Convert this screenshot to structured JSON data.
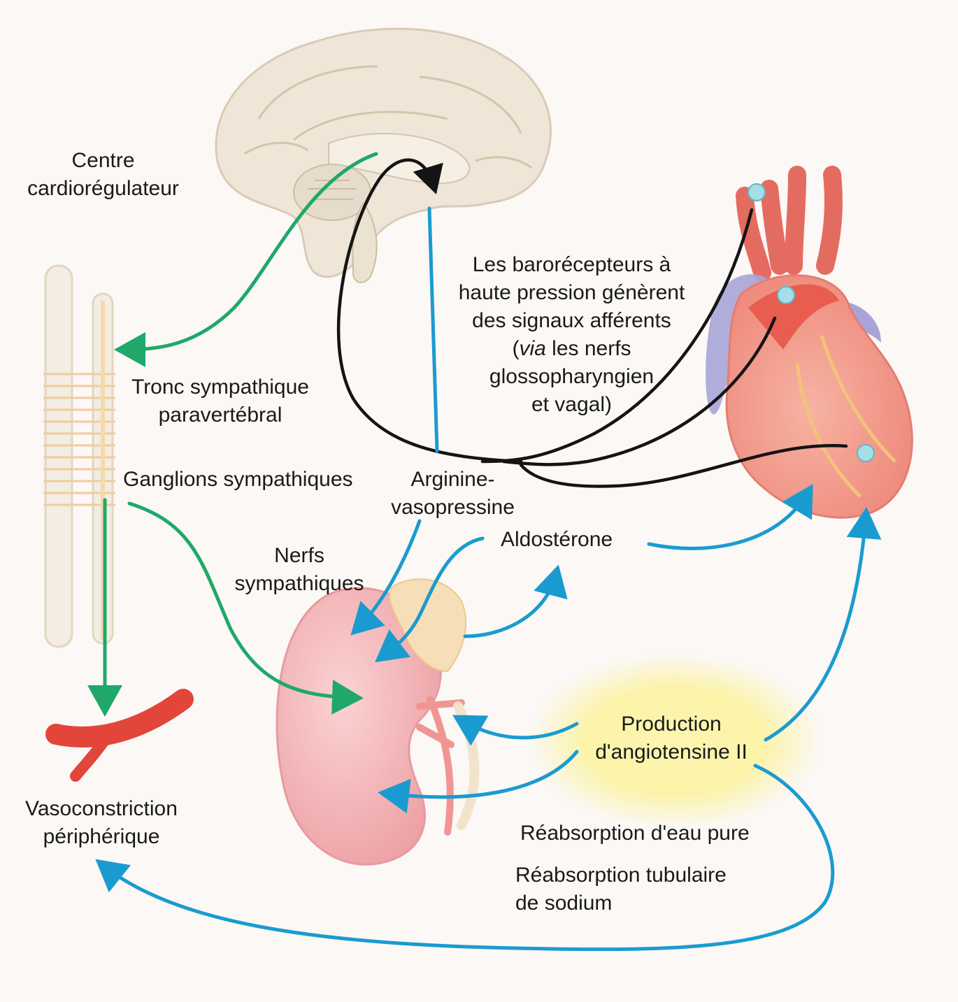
{
  "labels": {
    "centre": [
      "Centre",
      "cardiorégulateur"
    ],
    "tronc": [
      "Tronc sympathique",
      "paravertébral"
    ],
    "ganglions": "Ganglions sympathiques",
    "vasocon": [
      "Vasoconstriction",
      "périphérique"
    ],
    "nerfs": [
      "Nerfs",
      "sympathiques"
    ],
    "avp": [
      "Arginine-",
      "vasopressine"
    ],
    "aldo": "Aldostérone",
    "baro": {
      "l1": "Les barorécepteurs à",
      "l2": "haute pression génèrent",
      "l3": "des signaux afférents",
      "l4_pre": "(",
      "l4_it": "via",
      "l4_post": " les nerfs",
      "l5": "glossopharyngien",
      "l6": "et vagal)"
    },
    "angio": [
      "Production",
      "d'angiotensine II"
    ],
    "eau": "Réabsorption d'eau pure",
    "sodium": [
      "Réabsorption tubulaire",
      "de sodium"
    ]
  },
  "colors": {
    "green": "#1fa86a",
    "blue": "#1a9bd0",
    "black": "#141414",
    "heart_red": "#e4605a",
    "kidney_pink": "#f3b1b3",
    "vessel_red": "#e2453a",
    "brain_cream": "#efe6d8",
    "angio_glow": "#fbf29a"
  },
  "icons": [
    "brain-icon",
    "spine-icon",
    "heart-icon",
    "kidney-icon",
    "adrenal-gland-icon",
    "blood-vessel-icon"
  ]
}
